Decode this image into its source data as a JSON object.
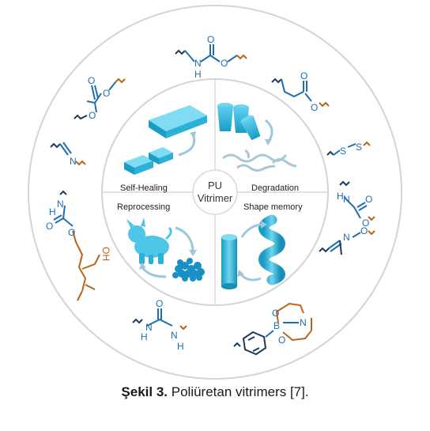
{
  "diagram": {
    "center": {
      "line1": "PU",
      "line2": "Vitrimer"
    },
    "quadrants": {
      "self_healing": "Self-Healing",
      "degradation": "Degradation",
      "reprocessing": "Reprocessing",
      "shape_memory": "Shape memory"
    },
    "bond_atoms": {
      "urethane_top": {
        "o": "O",
        "n": "N",
        "h": "H",
        "o2": "O"
      },
      "ester": {
        "o": "O",
        "o2": "O"
      },
      "carbonate": {
        "o": "O",
        "o2": "O",
        "o3": "O"
      },
      "imine": {
        "n": "N"
      },
      "disulfide": {
        "s1": "S",
        "s2": "S"
      },
      "urethane_right": {
        "h": "H",
        "n": "N",
        "o": "O",
        "o2": "O"
      },
      "oxime": {
        "n": "N",
        "o": "O"
      },
      "urethane_left": {
        "h": "H",
        "n": "N",
        "o": "O",
        "o2": "O"
      },
      "hydroxyl": {
        "oh": "OH"
      },
      "urea": {
        "h": "H",
        "n": "N",
        "o": "O",
        "n2": "N",
        "h2": "H"
      },
      "boronate": {
        "o1": "O",
        "b": "B",
        "n": "N",
        "o2": "O"
      }
    }
  },
  "caption": {
    "label": "Şekil 3.",
    "text": " Poliüretan vitrimers [7]."
  },
  "colors": {
    "blue": "#1f6fb0",
    "brown": "#b8651b",
    "cyan": "#2bb0d6",
    "ring": "#d9d9d9"
  }
}
